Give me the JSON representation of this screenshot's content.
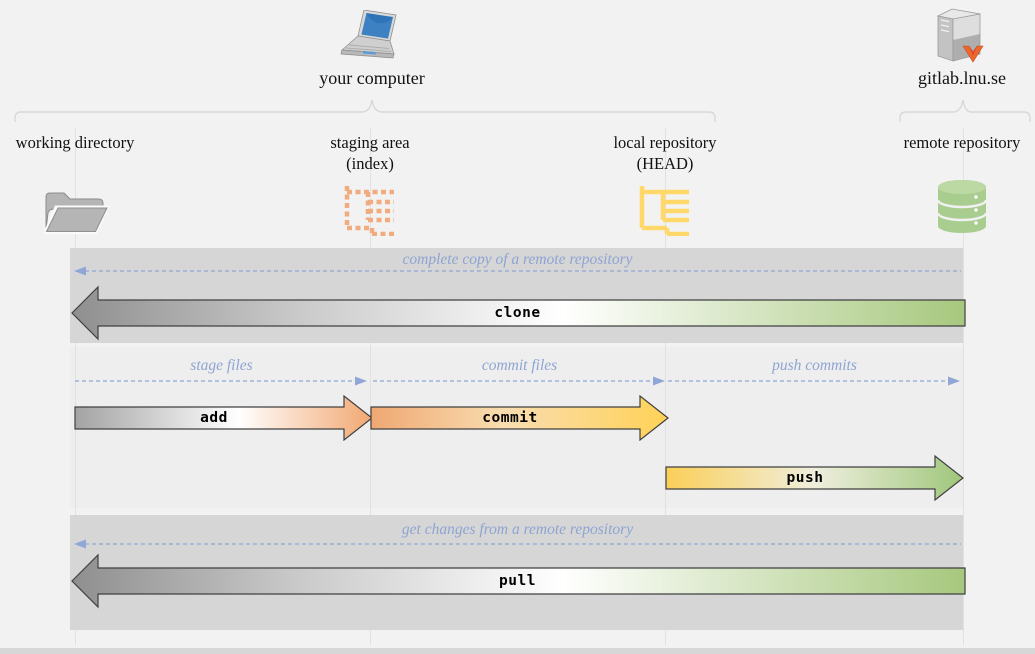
{
  "diagram": {
    "hosts": {
      "computer": {
        "label": "your computer",
        "icon": "laptop-icon"
      },
      "remote": {
        "label": "gitlab.lnu.se",
        "icon": "gitlab-server-icon"
      }
    },
    "columns": [
      {
        "id": "working-directory",
        "label": "working directory",
        "sublabel": "",
        "icon": "open-folder-icon"
      },
      {
        "id": "staging-area",
        "label": "staging area",
        "sublabel": "(index)",
        "icon": "staged-tree-icon"
      },
      {
        "id": "local-repository",
        "label": "local repository",
        "sublabel": "(HEAD)",
        "icon": "commit-tree-icon"
      },
      {
        "id": "remote-repository",
        "label": "remote repository",
        "sublabel": "",
        "icon": "database-icon"
      }
    ],
    "flows": {
      "clone": {
        "annotation": "complete copy of a remote repository",
        "command": "clone",
        "direction": "left"
      },
      "add": {
        "annotation": "stage files",
        "command": "add",
        "direction": "right"
      },
      "commit": {
        "annotation": "commit files",
        "command": "commit",
        "direction": "right"
      },
      "push": {
        "annotation": "push commits",
        "command": "push",
        "direction": "right"
      },
      "pull": {
        "annotation": "get changes from a remote repository",
        "command": "pull",
        "direction": "left"
      }
    }
  },
  "colors": {
    "band_gray": "#d6d6d6",
    "annotation_blue": "#8ea4d2",
    "arrow_gray": "#9a9a9a",
    "arrow_orange": "#f1a872",
    "arrow_yellow": "#ffd45c",
    "arrow_green": "#a7c87e",
    "staging_icon_orange": "#f2ab7e",
    "repo_icon_yellow": "#ffd869",
    "database_green": "#a8cd8e"
  }
}
